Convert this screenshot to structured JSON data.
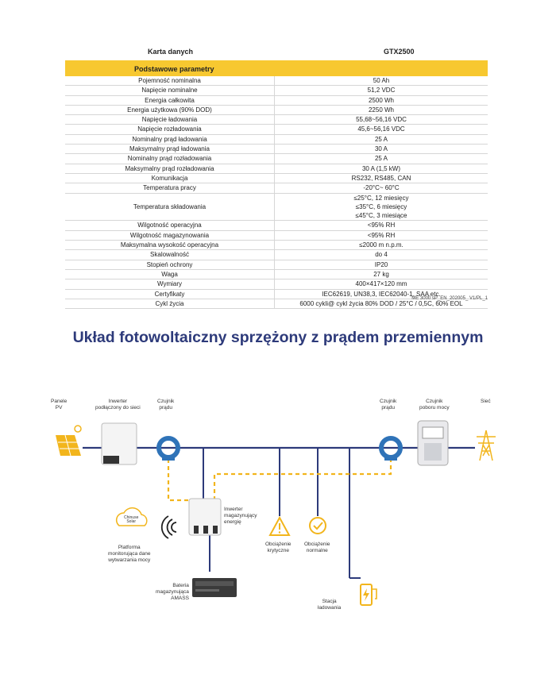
{
  "datasheet": {
    "header_label": "Karta danych",
    "header_model": "GTX2500",
    "section_title": "Podstawowe parametry",
    "rows": [
      {
        "k": "Pojemność nominalna",
        "v": "50 Ah"
      },
      {
        "k": "Napięcie nominalne",
        "v": "51,2 VDC"
      },
      {
        "k": "Energia całkowita",
        "v": "2500 Wh"
      },
      {
        "k": "Energia użytkowa (90% DOD)",
        "v": "2250 Wh"
      },
      {
        "k": "Napięcie ładowania",
        "v": "55,68~56,16 VDC"
      },
      {
        "k": "Napięcie rozładowania",
        "v": "45,6~56,16 VDC"
      },
      {
        "k": "Nominalny prąd ładowania",
        "v": "25 A"
      },
      {
        "k": "Maksymalny prąd ładowania",
        "v": "30 A"
      },
      {
        "k": "Nominalny prąd rozładowania",
        "v": "25 A"
      },
      {
        "k": "Maksymalny prąd rozładowania",
        "v": "30 A (1,5 kW)"
      },
      {
        "k": "Komunikacja",
        "v": "RS232, RS485, CAN"
      },
      {
        "k": "Temperatura pracy",
        "v": "-20°C~ 60°C"
      },
      {
        "k": "Temperatura składowania",
        "v": "≤25°C, 12 miesięcy\n≤35°C, 6 miesięcy\n≤45°C, 3 miesiące"
      },
      {
        "k": "Wilgotność operacyjna",
        "v": "<95% RH"
      },
      {
        "k": "Wilgotność magazynowania",
        "v": "<95% RH"
      },
      {
        "k": "Maksymalna wysokość operacyjna",
        "v": "≤2000 m n.p.m."
      },
      {
        "k": "Skalowalność",
        "v": "do 4"
      },
      {
        "k": "Stopień ochrony",
        "v": "IP20"
      },
      {
        "k": "Waga",
        "v": "27 kg"
      },
      {
        "k": "Wymiary",
        "v": "400×417×120 mm"
      },
      {
        "k": "Certyfikaty",
        "v": "IEC62619, UN38,3, IEC62040-1, SAA etc."
      },
      {
        "k": "Cykl życia",
        "v": "6000 cykli@ cykl życia 80% DOD / 25°C / 0,5C, 60% EOL"
      }
    ],
    "doc_ref": "ME 3000 sP_EN_202005_ V1/PL_1"
  },
  "title": "Układ fotowoltaiczny sprzężony z prądem przemiennym",
  "diagram": {
    "pv": "Panele\nPV",
    "grid_inverter": "Inwerter\npodłączony do sieci",
    "sensor_left": "Czujnik\nprądu",
    "sensor_right": "Czujnik\nprądu",
    "meter": "Czujnik\npoboru mocy",
    "grid": "Sieć",
    "storage_inverter": "Inwerter\nmagazynujący\nenergię",
    "platform": "Platforma\nmonitorująca dane\nwytwarzania mocy",
    "cloud_logo": "Chinuse\nSolar",
    "critical": "Obciążenie\nkrytyczne",
    "normal": "Obciążenie\nnormalne",
    "battery": "Bateria\nmagazynująca\nAMASS",
    "charger": "Stacja\nładowania",
    "colors": {
      "line": "#2d3a7a",
      "dash": "#f2b51c",
      "icon": "#f2b51c",
      "sensor": "#2f73b8"
    }
  }
}
